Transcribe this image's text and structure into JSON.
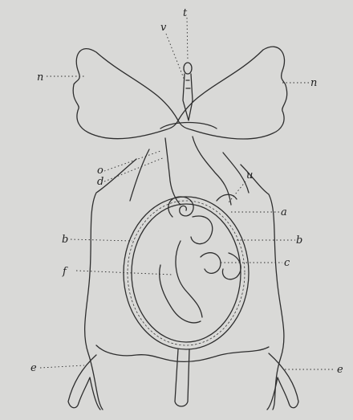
{
  "labels": {
    "t": "t",
    "v": "v",
    "n_left": "n",
    "n_right": "n",
    "o": "o",
    "d": "d",
    "u": "u",
    "a": "a",
    "b_left": "b",
    "b_right": "b",
    "f": "f",
    "c": "c",
    "e_left": "e",
    "e_right": "e"
  }
}
